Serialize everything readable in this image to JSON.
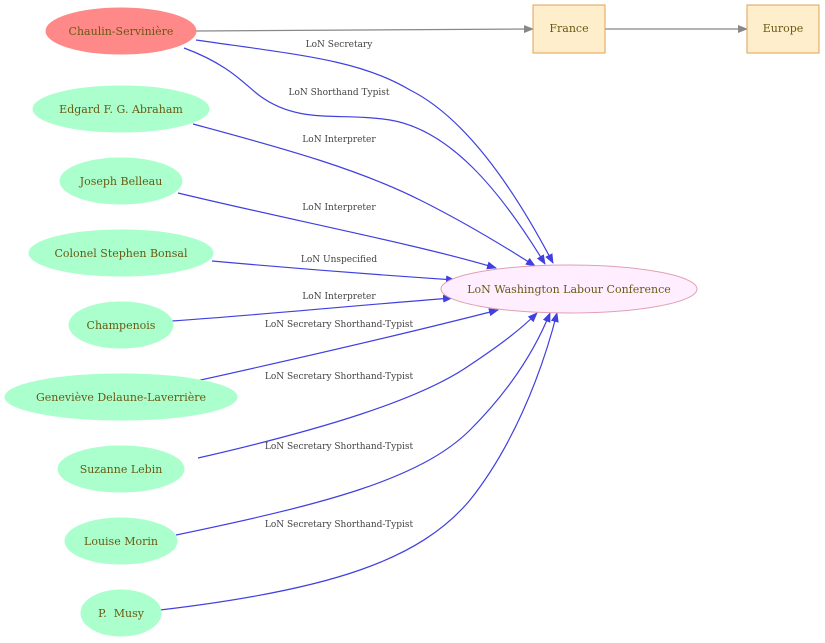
{
  "colors": {
    "person_fill": "#aaffcc",
    "focus_person_fill": "#ff8888",
    "event_fill": "#ffeeff",
    "event_stroke": "#e0a0b0",
    "place_fill": "#ffeecc",
    "place_stroke": "#e0a050",
    "person_edge": "#4040e0",
    "place_edge": "#888888",
    "text": "#6b5a12"
  },
  "nodes": {
    "chaulin": "Chaulin-Servinière",
    "abraham": "Edgard F. G. Abraham",
    "belleau": "Joseph Belleau",
    "bonsal": "Colonel Stephen Bonsal",
    "champenois": "Champenois",
    "delaune": "Geneviève Delaune-Laverrière",
    "lebin": "Suzanne Lebin",
    "morin": "Louise Morin",
    "musy": "P.  Musy",
    "conference": "LoN Washington Labour Conference",
    "france": "France",
    "europe": "Europe"
  },
  "edges": {
    "chaulin_secretary": "LoN Secretary",
    "chaulin_typist": "LoN Shorthand Typist",
    "abraham": "LoN Interpreter",
    "belleau": "LoN Interpreter",
    "bonsal": "LoN Unspecified",
    "champenois": "LoN Interpreter",
    "delaune": "LoN Secretary Shorthand-Typist",
    "lebin": "LoN Secretary Shorthand-Typist",
    "morin": "LoN Secretary Shorthand-Typist",
    "musy": "LoN Secretary Shorthand-Typist"
  }
}
